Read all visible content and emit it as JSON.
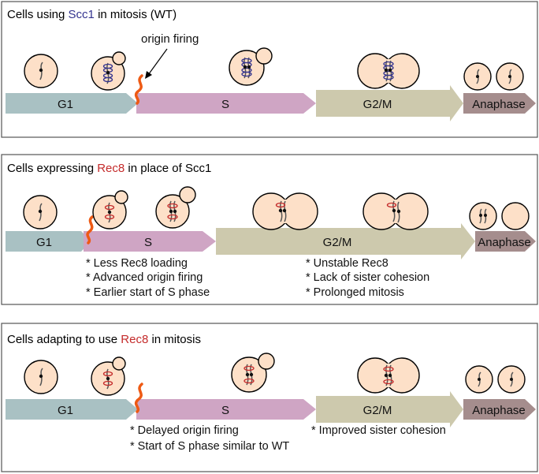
{
  "colors": {
    "G1": "#a9c1c3",
    "S": "#cfa5c4",
    "G2M": "#cdc9ad",
    "Anaphase": "#a58d8d",
    "cell_fill": "#fde0c8",
    "scc1": "#34348f",
    "rec8": "#c42b2b",
    "flame": "#ee5a14"
  },
  "panels": [
    {
      "title_pre": "Cells using ",
      "protein": "Scc1",
      "title_post": " in mitosis (WT)",
      "phases": {
        "G1": "G1",
        "S": "S",
        "G2M": "G2/M",
        "Anaphase": "Anaphase"
      },
      "annotation": "origin firing",
      "notes_left": [],
      "notes_right": []
    },
    {
      "title_pre": "Cells expressing ",
      "protein": "Rec8",
      "title_post": " in place of Scc1",
      "phases": {
        "G1": "G1",
        "S": "S",
        "G2M": "G2/M",
        "Anaphase": "Anaphase"
      },
      "notes_left": [
        "* Less Rec8 loading",
        "* Advanced origin firing",
        "* Earlier start of S phase"
      ],
      "notes_right": [
        "* Unstable Rec8",
        "* Lack of sister cohesion",
        "* Prolonged mitosis"
      ]
    },
    {
      "title_pre": "Cells adapting to use ",
      "protein": "Rec8",
      "title_post": " in mitosis",
      "phases": {
        "G1": "G1",
        "S": "S",
        "G2M": "G2/M",
        "Anaphase": "Anaphase"
      },
      "notes_left": [
        "* Delayed origin firing",
        "* Start of S phase similar to WT"
      ],
      "notes_right": [
        "* Improved sister cohesion"
      ]
    }
  ]
}
